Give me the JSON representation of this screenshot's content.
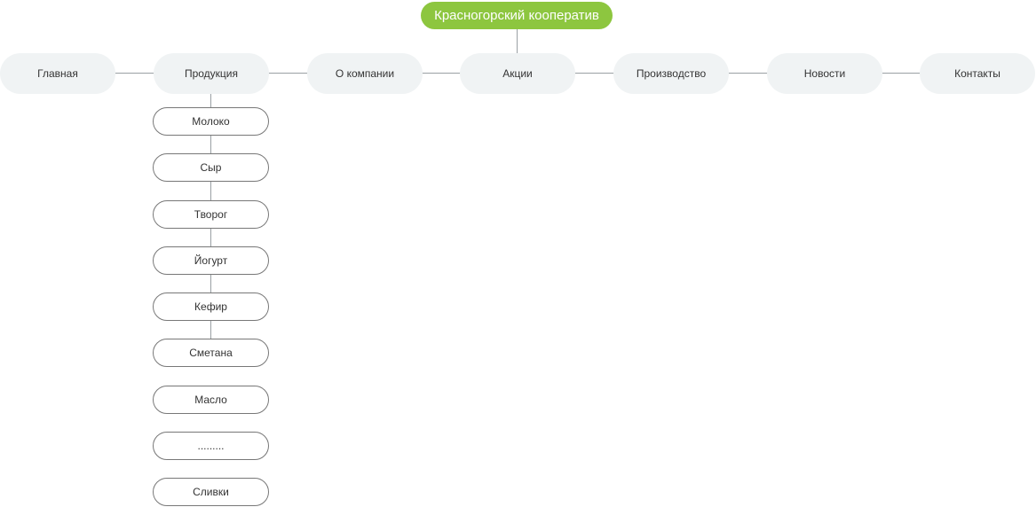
{
  "root": {
    "label": "Красногорский кооператив",
    "color": "#8dc63f"
  },
  "nav": [
    "Главная",
    "Продукция",
    "О компании",
    "Акции",
    "Производство",
    "Новости",
    "Контакты"
  ],
  "products": [
    "Молоко",
    "Сыр",
    "Творог",
    "Йогурт",
    "Кефир",
    "Сметана",
    "Масло",
    ".........",
    "Сливки"
  ]
}
